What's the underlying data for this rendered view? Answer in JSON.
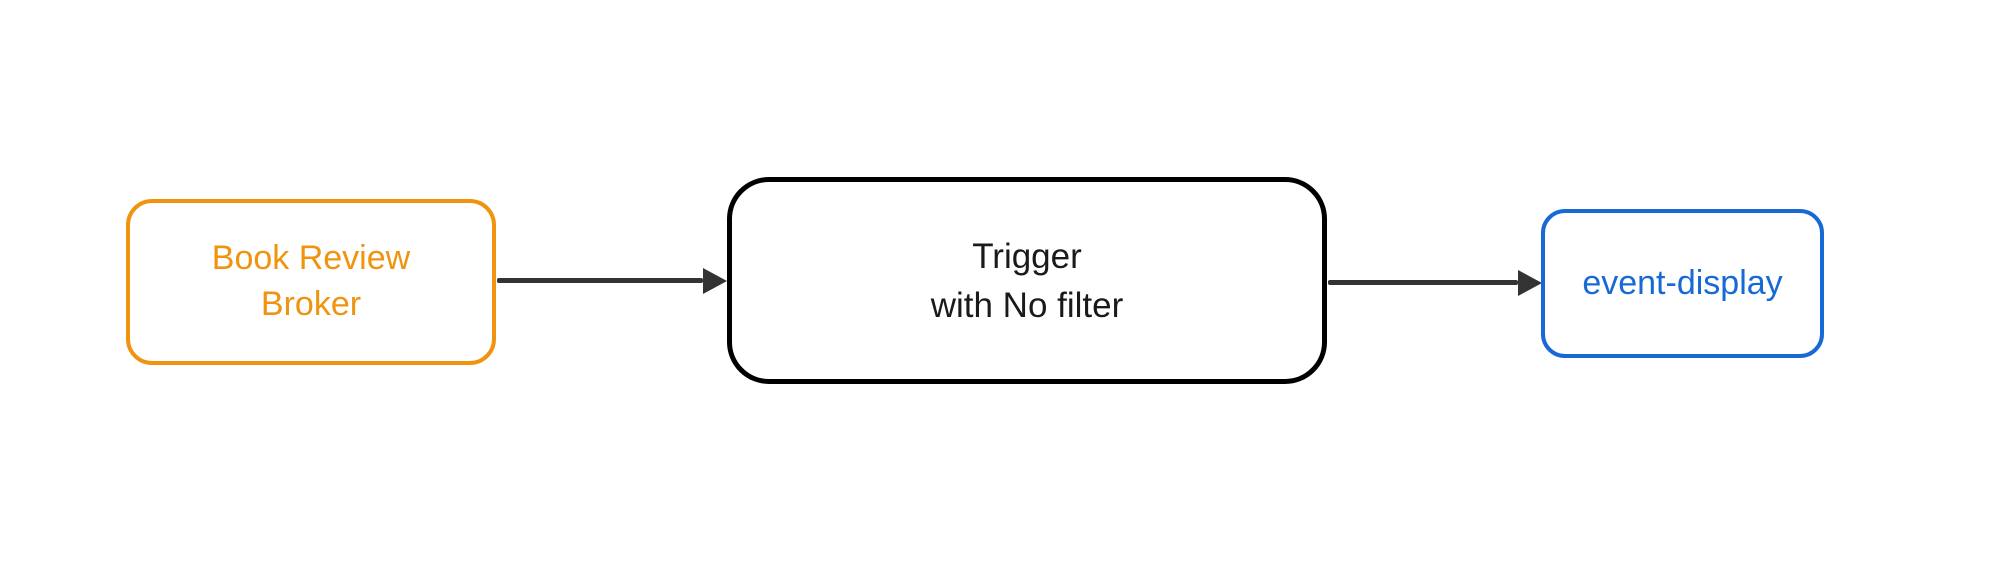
{
  "diagram": {
    "nodes": {
      "broker": {
        "label": "Book Review\nBroker"
      },
      "trigger": {
        "label": "Trigger\nwith No filter"
      },
      "display": {
        "label": "event-display"
      }
    },
    "edges": [
      {
        "from": "broker",
        "to": "trigger",
        "style": "solid-arrow"
      },
      {
        "from": "trigger",
        "to": "display",
        "style": "solid-arrow"
      }
    ]
  },
  "colors": {
    "broker-accent": "#F0940F",
    "trigger-accent": "#000000",
    "display-accent": "#1769D6",
    "arrow": "#333333",
    "background": "#FFFFFF"
  }
}
